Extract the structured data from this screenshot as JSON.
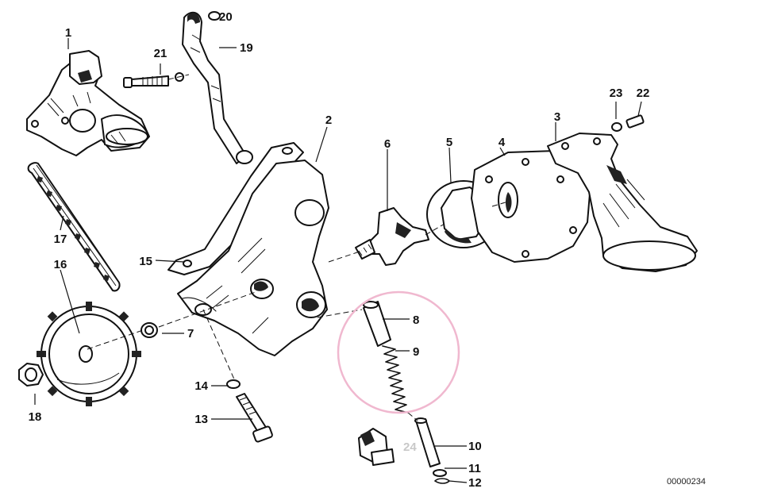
{
  "callouts": {
    "c1": "1",
    "c2": "2",
    "c3": "3",
    "c4": "4",
    "c5": "5",
    "c6": "6",
    "c7": "7",
    "c8": "8",
    "c9": "9",
    "c10": "10",
    "c11": "11",
    "c12": "12",
    "c13": "13",
    "c14": "14",
    "c15": "15",
    "c16": "16",
    "c17": "17",
    "c18": "18",
    "c19": "19",
    "c20": "20",
    "c21": "21",
    "c22": "22",
    "c23": "23",
    "c24": "24"
  },
  "reference_code": "00000234",
  "colors": {
    "line": "#111111",
    "label_faded": "#c8c8c8",
    "highlight_ring": "#f0b8cf"
  }
}
